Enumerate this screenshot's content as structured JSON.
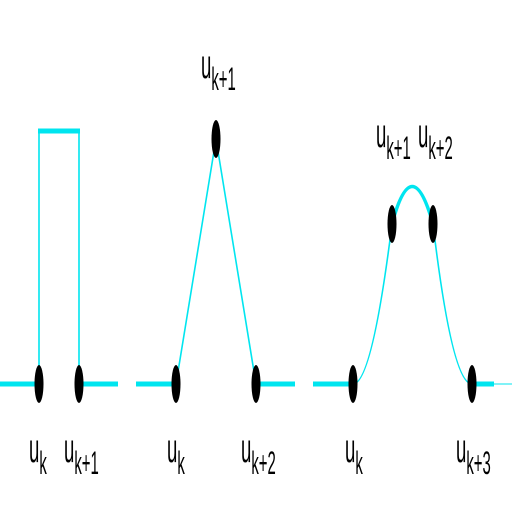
{
  "colors": {
    "curve": "#00e5ef",
    "knot": "#000000",
    "background": "#ffffff"
  },
  "degree0": {
    "knots": [
      {
        "base": "u",
        "sub": "k"
      },
      {
        "base": "u",
        "sub": "k+1"
      }
    ]
  },
  "degree1": {
    "knots": [
      {
        "base": "u",
        "sub": "k"
      },
      {
        "base": "u",
        "sub": "k+1"
      },
      {
        "base": "u",
        "sub": "k+2"
      }
    ]
  },
  "degree2": {
    "knots": [
      {
        "base": "u",
        "sub": "k"
      },
      {
        "base": "u",
        "sub": "k+1"
      },
      {
        "base": "u",
        "sub": "k+2"
      },
      {
        "base": "u",
        "sub": "k+3"
      }
    ]
  }
}
